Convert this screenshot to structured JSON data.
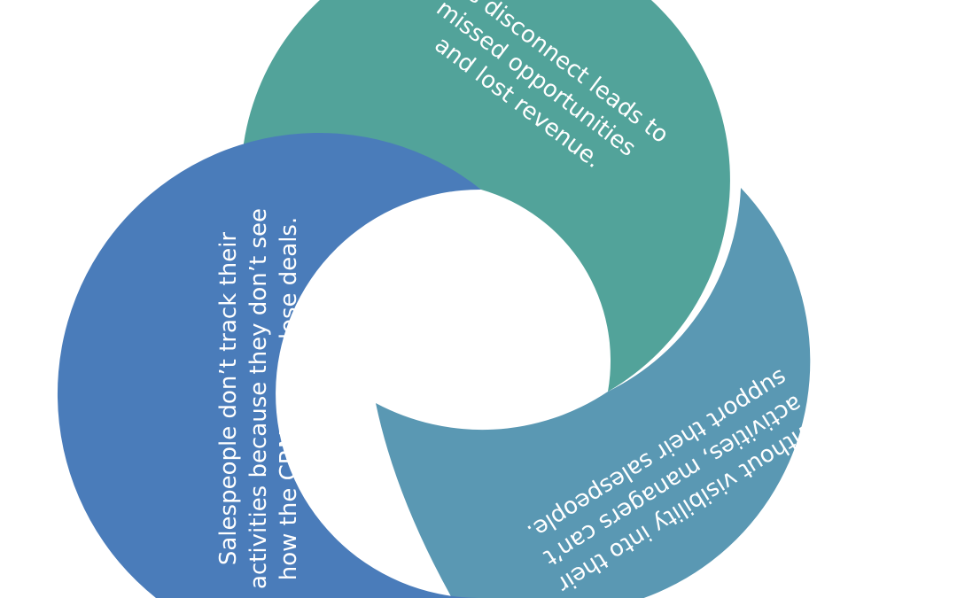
{
  "cycle": {
    "colors": {
      "top": "#52a39a",
      "left": "#4a7cba",
      "right": "#5a98b3",
      "background": "#ffffff"
    },
    "segments": [
      {
        "id": "top",
        "lines": [
          "This disconnect leads to",
          "missed opportunities",
          "and lost revenue."
        ]
      },
      {
        "id": "left",
        "lines": [
          "Salespeople don’t track their",
          "activities because they don’t see",
          "how the CRM helps close deals."
        ]
      },
      {
        "id": "right",
        "lines": [
          "Without visibility into their",
          "activities, managers can’t",
          "support their salespeople."
        ]
      }
    ]
  }
}
